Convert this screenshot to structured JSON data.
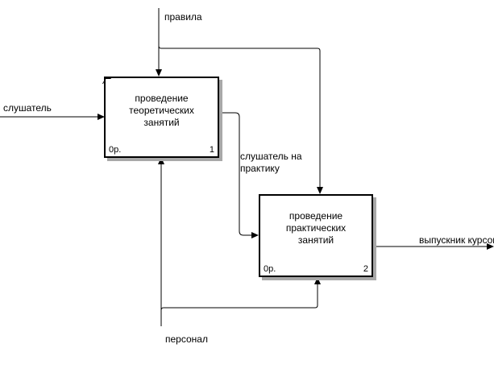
{
  "boxes": [
    {
      "name": "проведение теоретических занятий",
      "lines": [
        "проведение",
        "теоретических",
        "занятий"
      ],
      "cost": "0р.",
      "number": "1"
    },
    {
      "name": "проведение практических занятий",
      "lines": [
        "проведение",
        "практических",
        "занятий"
      ],
      "cost": "0р.",
      "number": "2"
    }
  ],
  "arrows": {
    "control": "правила",
    "input": "слушатель",
    "link": [
      "слушатель на",
      "практику"
    ],
    "output": "выпускник курсов",
    "mechanism": "персонал"
  }
}
